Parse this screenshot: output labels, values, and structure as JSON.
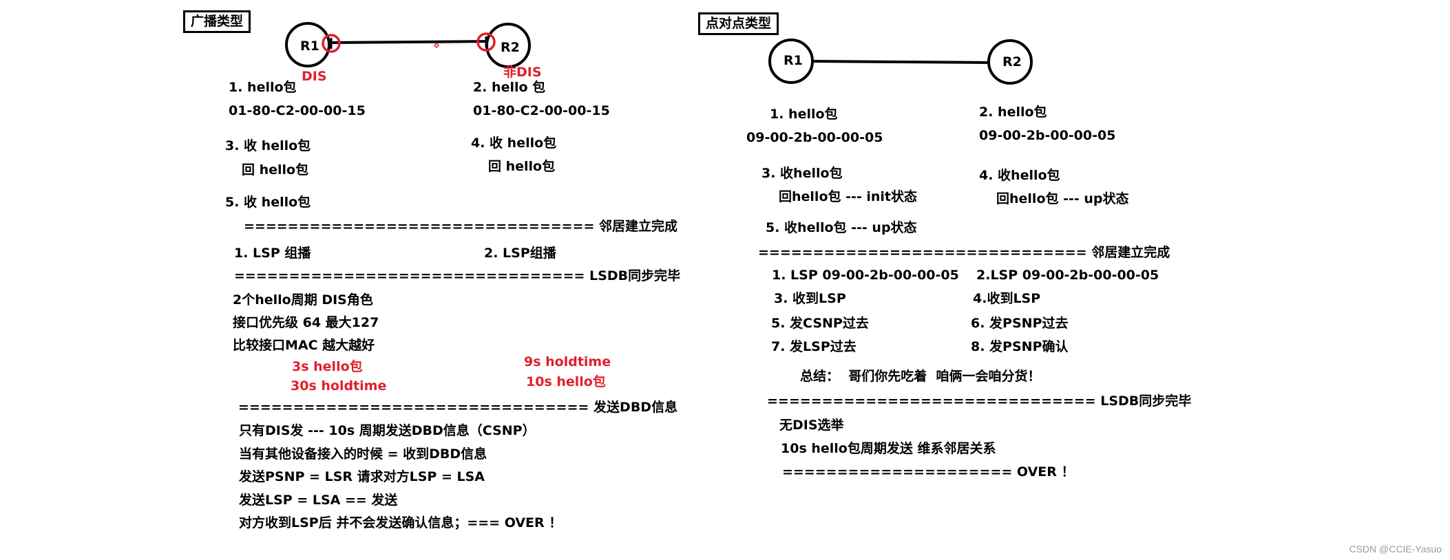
{
  "broadcast": {
    "title": "广播类型",
    "r1": "R1",
    "r2": "R2",
    "dis": "DIS",
    "non_dis": "非DIS",
    "steps": {
      "s1": "1. hello包",
      "s1_mac": "01-80-C2-00-00-15",
      "s2": "2. hello 包",
      "s2_mac": "01-80-C2-00-00-15",
      "s3": "3. 收 hello包",
      "s3b": "回 hello包",
      "s4": "4. 收 hello包",
      "s4b": "回 hello包",
      "s5": "5. 收 hello包"
    },
    "sep_neighbor": "================================ 邻居建立完成",
    "lsp1": "1. LSP 组播",
    "lsp2": "2. LSP组播",
    "sep_lsdb": "================================ LSDB同步完毕",
    "notes": [
      "2个hello周期 DIS角色",
      "接口优先级 64 最大127",
      "比较接口MAC 越大越好"
    ],
    "red_left_1": "3s hello包",
    "red_left_2": "30s holdtime",
    "red_right_1": "9s holdtime",
    "red_right_2": "10s hello包",
    "sep_dbd": "================================ 发送DBD信息",
    "bottom": [
      "只有DIS发 --- 10s 周期发送DBD信息（CSNP）",
      "当有其他设备接入的时候 = 收到DBD信息",
      "发送PSNP = LSR 请求对方LSP = LSA",
      "发送LSP = LSA == 发送",
      "对方收到LSP后 并不会发送确认信息；=== OVER ！"
    ]
  },
  "p2p": {
    "title": "点对点类型",
    "r1": "R1",
    "r2": "R2",
    "s1": "1. hello包",
    "s1_mac": "09-00-2b-00-00-05",
    "s2": "2. hello包",
    "s2_mac": "09-00-2b-00-00-05",
    "s3": "3. 收hello包",
    "s3b": "回hello包 --- init状态",
    "s4": "4. 收hello包",
    "s4b": "回hello包 --- up状态",
    "s5": "5. 收hello包 --- up状态",
    "sep_neighbor": "============================== 邻居建立完成",
    "l1": "1. LSP 09-00-2b-00-00-05",
    "l2": "2.LSP 09-00-2b-00-00-05",
    "l3": "3. 收到LSP",
    "l4": "4.收到LSP",
    "l5": "5. 发CSNP过去",
    "l6": "6. 发PSNP过去",
    "l7": "7. 发LSP过去",
    "l8": "8. 发PSNP确认",
    "summary": "总结：  哥们你先吃着  咱俩一会咱分货！",
    "sep_lsdb": "============================== LSDB同步完毕",
    "no_dis": "无DIS选举",
    "keepalive": "10s hello包周期发送 维系邻居关系",
    "over": "===================== OVER ！"
  },
  "watermark": "CSDN @CCIE-Yasuo",
  "colors": {
    "red": "#e0202a",
    "black": "#000000"
  }
}
